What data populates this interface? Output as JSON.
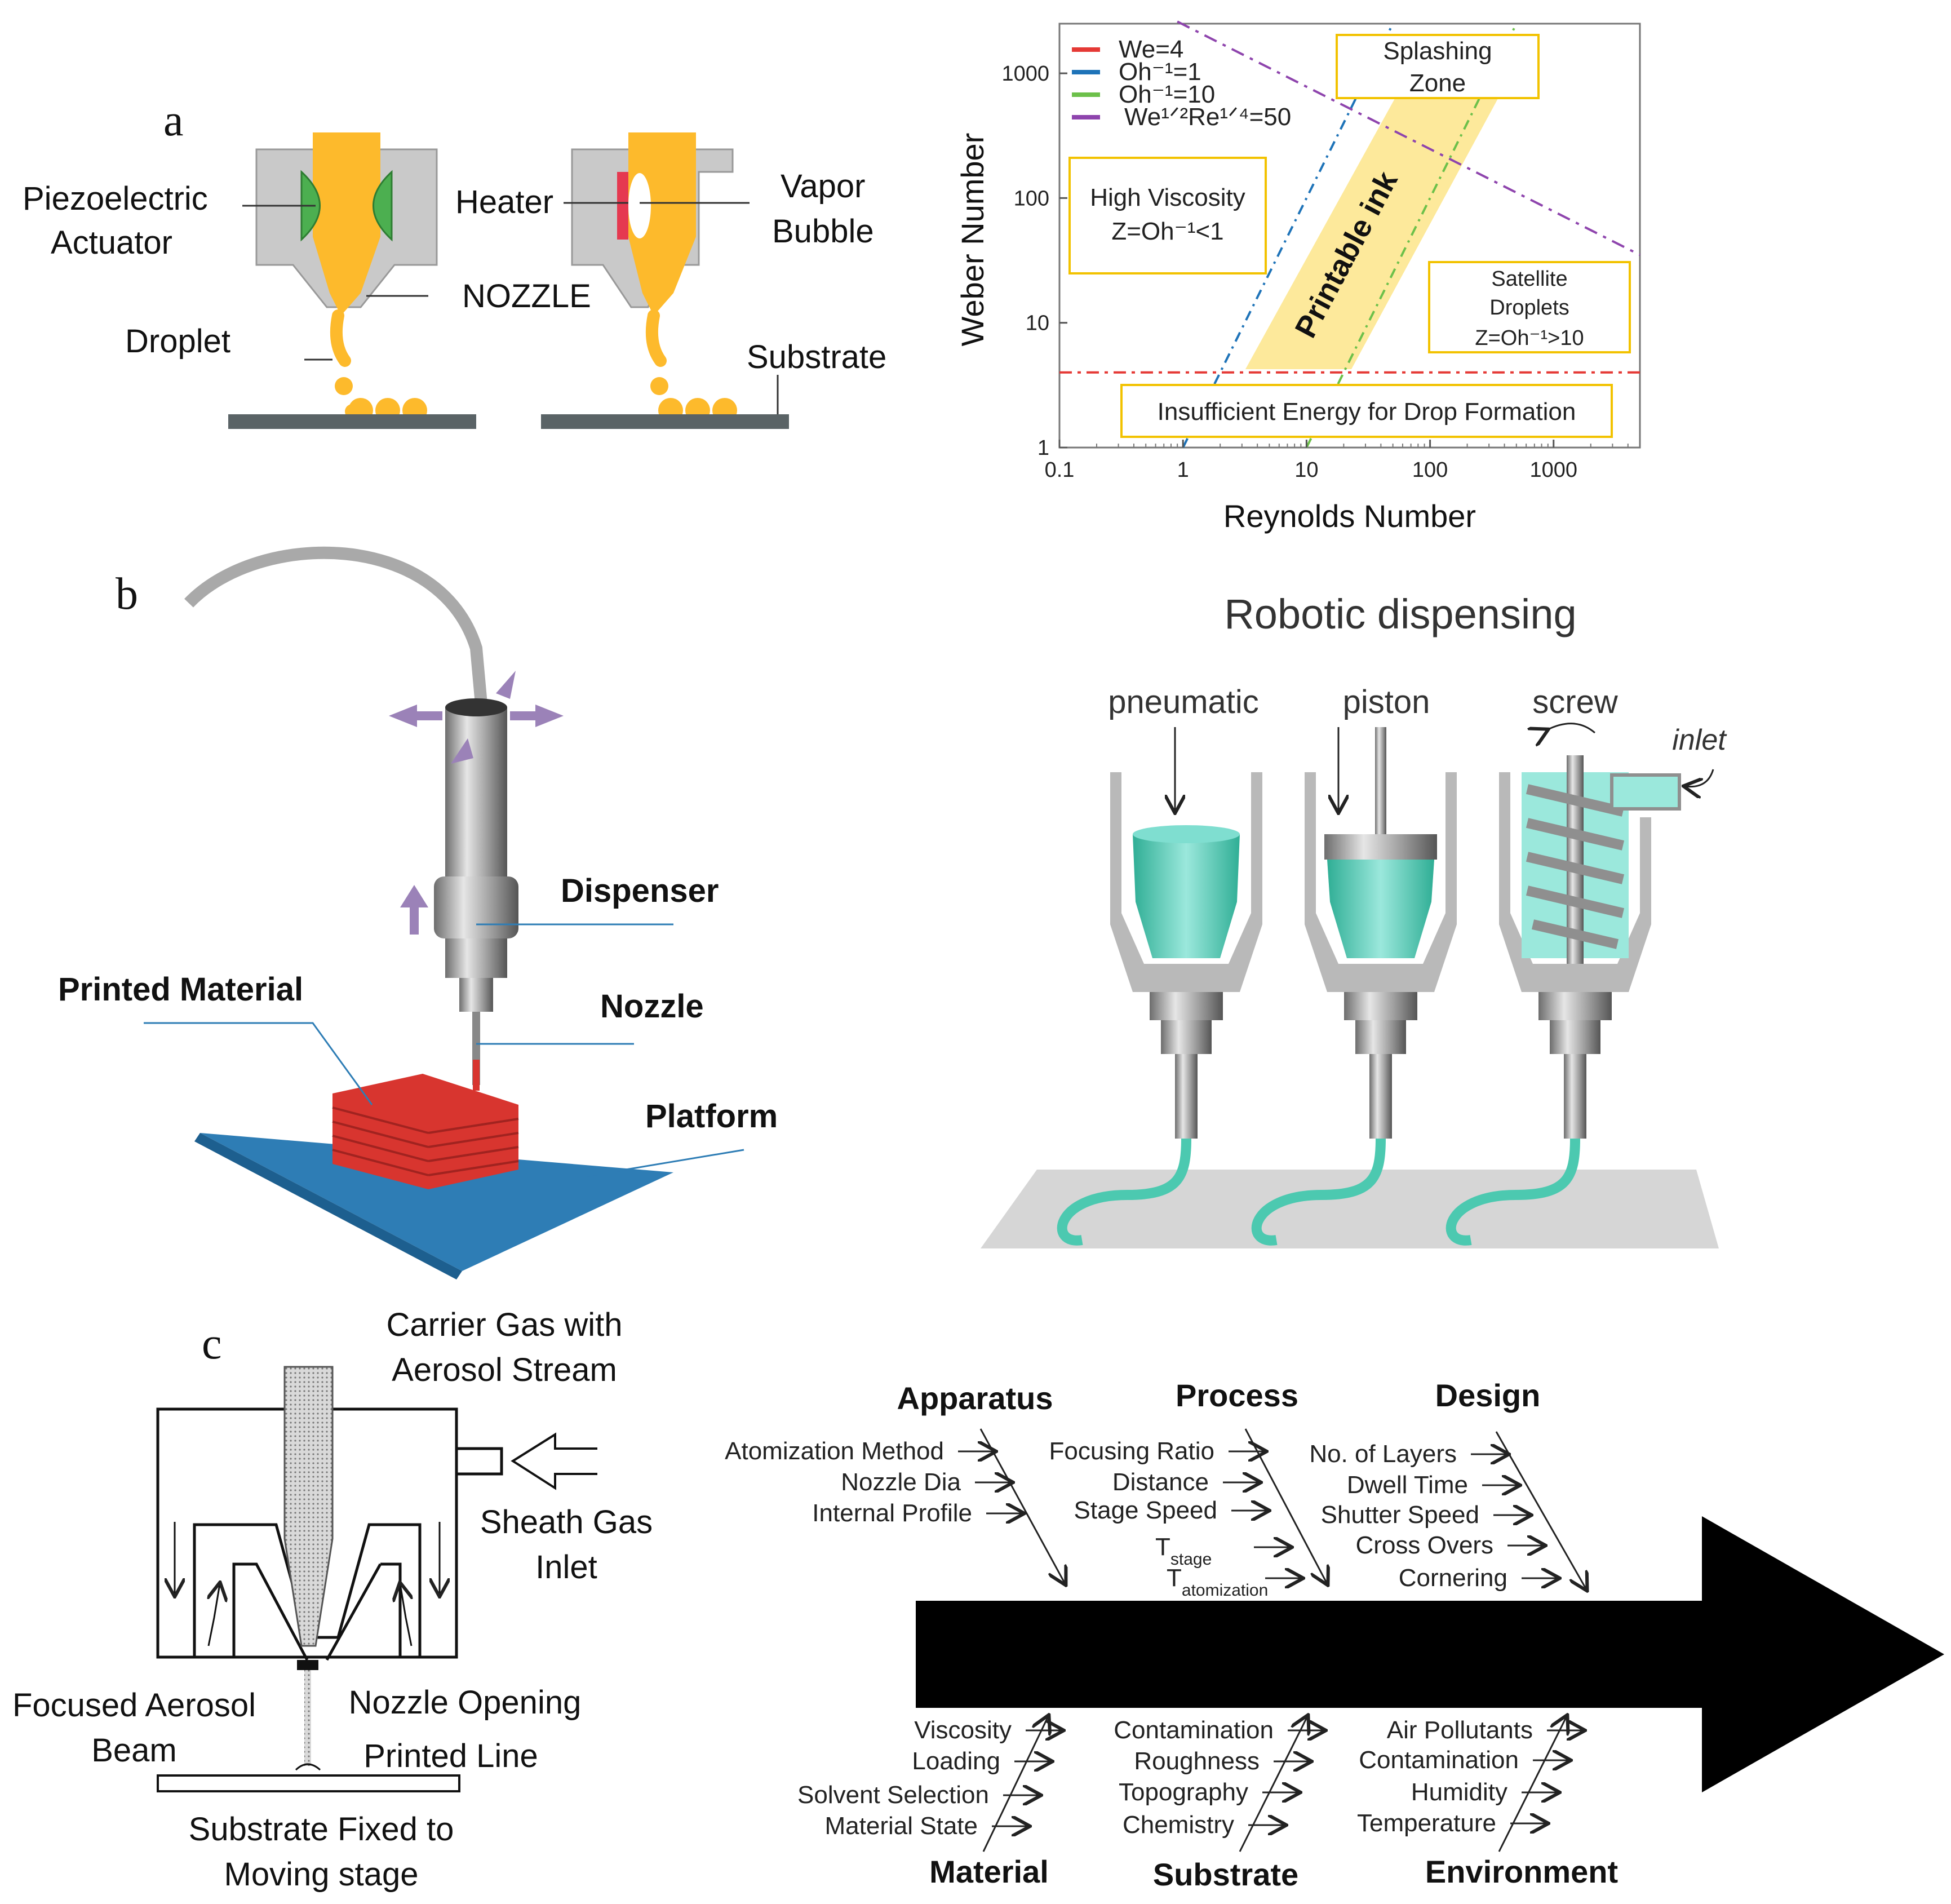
{
  "panels": {
    "a": "a",
    "b": "b",
    "c": "c"
  },
  "inkjet": {
    "piezo_line1": "Piezoelectric",
    "piezo_line2": "Actuator",
    "heater": "Heater",
    "vapor_line1": "Vapor",
    "vapor_line2": "Bubble",
    "nozzle": "NOZZLE",
    "droplet": "Droplet",
    "substrate": "Substrate",
    "colors": {
      "ink": "#FDBA2C",
      "body": "#C9C9C9",
      "actuator": "#4CAF50",
      "heater": "#E53950",
      "substrate": "#5A6366"
    }
  },
  "printability_chart": {
    "xlabel": "Reynolds Number",
    "ylabel": "Weber Number",
    "x_ticks": [
      "0.1",
      "1",
      "10",
      "100",
      "1000"
    ],
    "y_ticks": [
      "1",
      "10",
      "100",
      "1000"
    ],
    "legend": [
      {
        "label": "We=4",
        "color": "#E53935"
      },
      {
        "label": "Oh⁻¹=1",
        "color": "#1E73B8"
      },
      {
        "label": "Oh⁻¹=10",
        "color": "#6CC04A"
      },
      {
        "label": "We¹ᐟ²Re¹ᐟ⁴=50",
        "color": "#8E44AD"
      }
    ],
    "regions": {
      "splashing_line1": "Splashing",
      "splashing_line2": "Zone",
      "high_visc_line1": "High Viscosity",
      "high_visc_line2": "Z=Oh⁻¹<1",
      "satellite_line1": "Satellite",
      "satellite_line2": "Droplets",
      "satellite_line3": "Z=Oh⁻¹>10",
      "insufficient": "Insufficient Energy for Drop Formation",
      "printable": "Printable ink"
    },
    "box_color": "#F2C200",
    "printable_color": "#FDE58A"
  },
  "chart_data": {
    "type": "line",
    "xscale": "log",
    "yscale": "log",
    "xlim": [
      0.1,
      5000
    ],
    "ylim": [
      1,
      2500
    ],
    "xlabel": "Reynolds Number",
    "ylabel": "Weber Number",
    "series": [
      {
        "name": "We=4",
        "x": [
          0.1,
          5000
        ],
        "y": [
          4,
          4
        ]
      },
      {
        "name": "Oh⁻¹=1",
        "x": [
          1,
          50
        ],
        "y": [
          1,
          2500
        ]
      },
      {
        "name": "Oh⁻¹=10",
        "x": [
          10,
          500
        ],
        "y": [
          1,
          2500
        ]
      },
      {
        "name": "We¹ᐟ²Re¹ᐟ⁴=50",
        "x": [
          0.9,
          5000
        ],
        "y": [
          2600,
          35
        ]
      }
    ]
  },
  "extrusion": {
    "dispenser": "Dispenser",
    "printed_material": "Printed Material",
    "nozzle": "Nozzle",
    "platform": "Platform",
    "colors": {
      "material": "#D8352F",
      "platform": "#2E7DB5",
      "arrow": "#9B82B8"
    }
  },
  "robotic": {
    "title": "Robotic dispensing",
    "pneumatic": "pneumatic",
    "piston": "piston",
    "screw": "screw",
    "inlet": "inlet",
    "colors": {
      "fluid": "#4CC9B0",
      "body": "#B9B9B9",
      "floor": "#D6D6D6"
    }
  },
  "aerosol": {
    "carrier_line1": "Carrier Gas with",
    "carrier_line2": "Aerosol Stream",
    "sheath_line1": "Sheath Gas",
    "sheath_line2": "Inlet",
    "focused_line1": "Focused Aerosol",
    "focused_line2": "Beam",
    "nozzle_opening": "Nozzle Opening",
    "printed_line": "Printed Line",
    "substrate_line1": "Substrate Fixed to",
    "substrate_line2": "Moving stage"
  },
  "fishbone": {
    "top": [
      {
        "head": "Apparatus",
        "items": [
          "Atomization Method",
          "Nozzle Dia",
          "Internal Profile"
        ]
      },
      {
        "head": "Process",
        "items": [
          "Focusing Ratio",
          "Distance",
          "Stage Speed",
          "T",
          "T"
        ],
        "subs": [
          "stage",
          "atomization"
        ]
      },
      {
        "head": "Design",
        "items": [
          "No. of Layers",
          "Dwell Time",
          "Shutter Speed",
          "Cross Overs",
          "Cornering"
        ]
      }
    ],
    "bottom": [
      {
        "head": "Material",
        "items": [
          "Viscosity",
          "Loading",
          "Solvent Selection",
          "Material State"
        ]
      },
      {
        "head": "Substrate",
        "items": [
          "Contamination",
          "Roughness",
          "Topography",
          "Chemistry"
        ]
      },
      {
        "head": "Environment",
        "items": [
          "Air Pollutants",
          "Contamination",
          "Humidity",
          "Temperature"
        ]
      }
    ]
  }
}
